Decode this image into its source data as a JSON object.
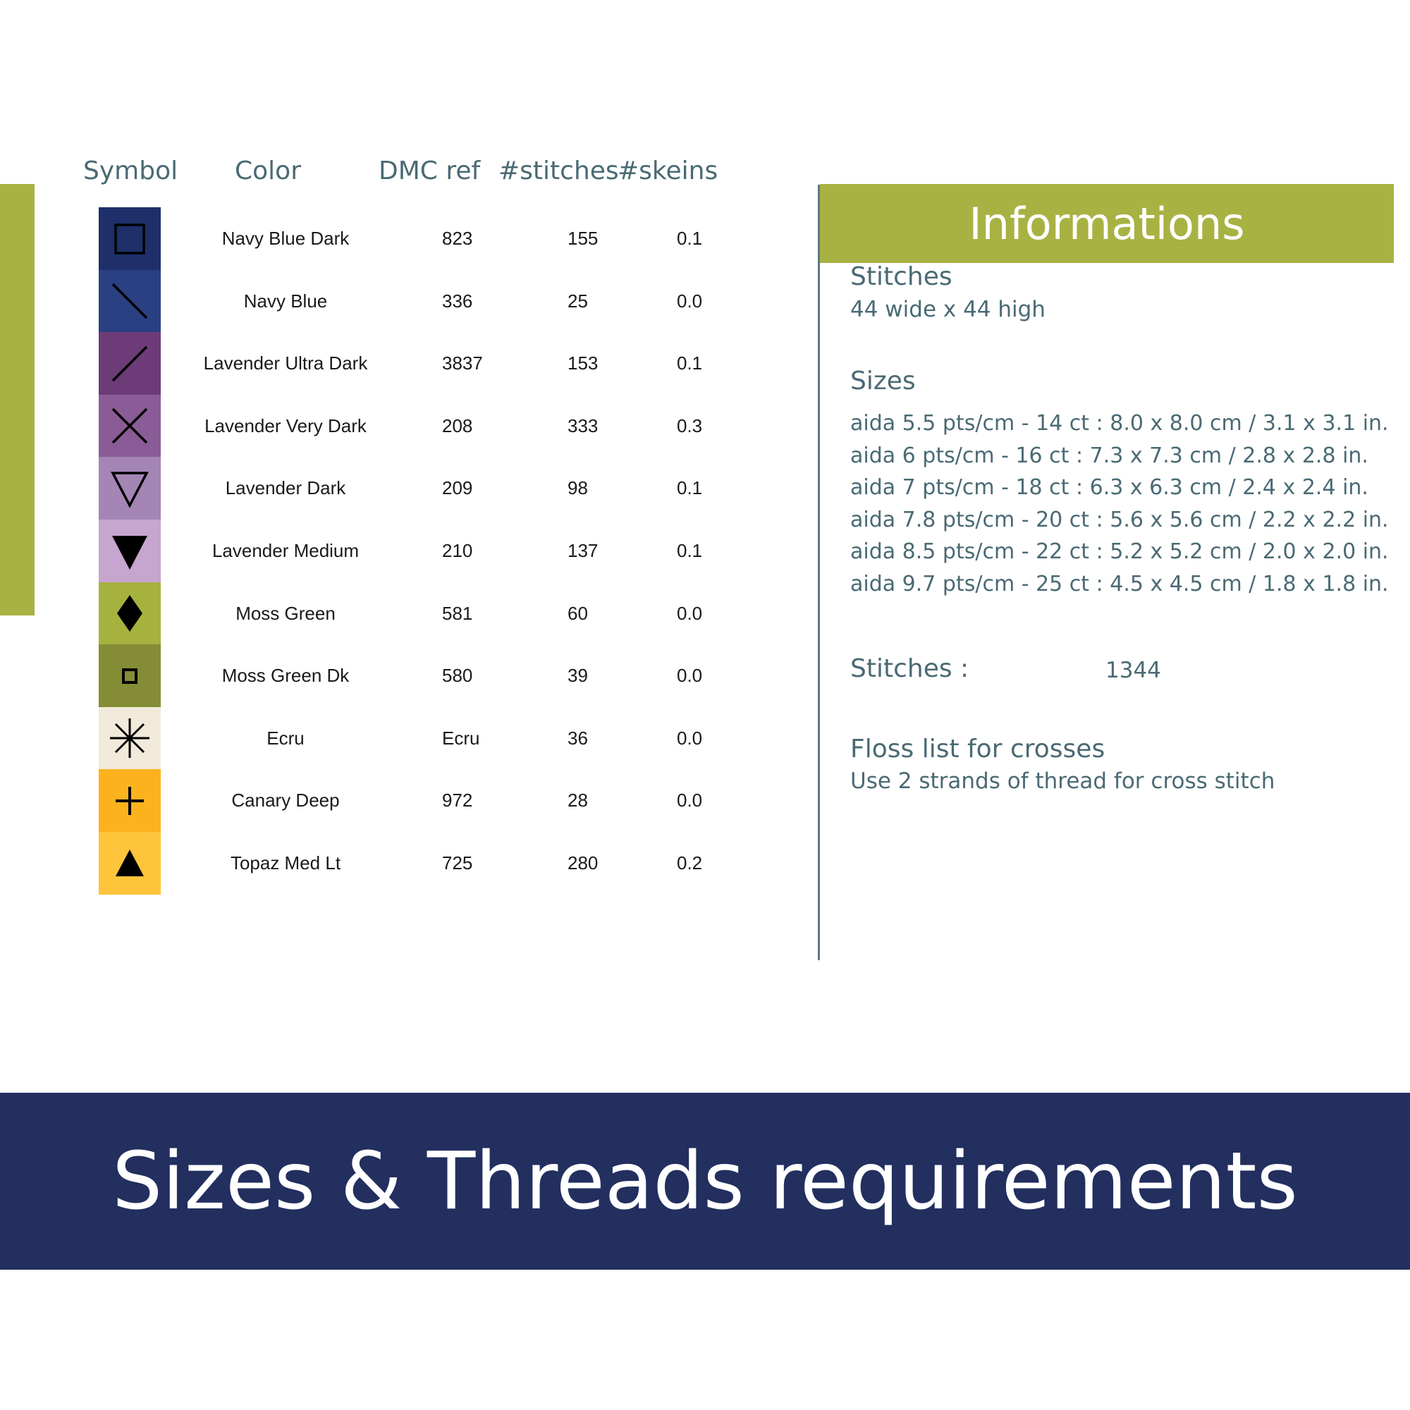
{
  "table": {
    "headers": {
      "symbol": "Symbol",
      "color": "Color",
      "dmc": "DMC ref",
      "stitches": "#stitches",
      "skeins": "#skeins"
    },
    "rows": [
      {
        "name": "Navy Blue Dark",
        "dmc": "823",
        "stitches": "155",
        "skeins": "0.1",
        "swatch": "#1e2f6a",
        "symbol": "square-outline-icon"
      },
      {
        "name": "Navy Blue",
        "dmc": "336",
        "stitches": "25",
        "skeins": "0.0",
        "swatch": "#2a4082",
        "symbol": "backslash-icon"
      },
      {
        "name": "Lavender Ultra Dark",
        "dmc": "3837",
        "stitches": "153",
        "skeins": "0.1",
        "swatch": "#6d3b78",
        "symbol": "slash-icon"
      },
      {
        "name": "Lavender Very Dark",
        "dmc": "208",
        "stitches": "333",
        "skeins": "0.3",
        "swatch": "#8a5c97",
        "symbol": "x-cross-icon"
      },
      {
        "name": "Lavender Dark",
        "dmc": "209",
        "stitches": "98",
        "skeins": "0.1",
        "swatch": "#a585b5",
        "symbol": "triangle-down-outline-icon"
      },
      {
        "name": "Lavender Medium",
        "dmc": "210",
        "stitches": "137",
        "skeins": "0.1",
        "swatch": "#c6a5cf",
        "symbol": "triangle-down-filled-icon"
      },
      {
        "name": "Moss Green",
        "dmc": "581",
        "stitches": "60",
        "skeins": "0.0",
        "swatch": "#a6b23e",
        "symbol": "diamond-filled-icon"
      },
      {
        "name": "Moss Green Dk",
        "dmc": "580",
        "stitches": "39",
        "skeins": "0.0",
        "swatch": "#848d35",
        "symbol": "small-square-icon"
      },
      {
        "name": "Ecru",
        "dmc": "Ecru",
        "stitches": "36",
        "skeins": "0.0",
        "swatch": "#f1eadb",
        "symbol": "asterisk-icon"
      },
      {
        "name": "Canary Deep",
        "dmc": "972",
        "stitches": "28",
        "skeins": "0.0",
        "swatch": "#fcb21d",
        "symbol": "plus-icon"
      },
      {
        "name": "Topaz Med Lt",
        "dmc": "725",
        "stitches": "280",
        "skeins": "0.2",
        "swatch": "#fdc43c",
        "symbol": "triangle-up-filled-icon"
      }
    ]
  },
  "info": {
    "title": "Informations",
    "stitches_heading": "Stitches",
    "stitches_dims": "44 wide x 44 high",
    "sizes_heading": "Sizes",
    "sizes": [
      "aida 5.5 pts/cm - 14 ct : 8.0 x 8.0 cm / 3.1 x 3.1 in.",
      "aida 6 pts/cm - 16 ct : 7.3 x 7.3 cm / 2.8 x 2.8 in.",
      "aida 7 pts/cm - 18 ct : 6.3 x 6.3 cm / 2.4 x 2.4 in.",
      "aida 7.8 pts/cm - 20 ct : 5.6 x 5.6 cm / 2.2 x 2.2 in.",
      "aida 8.5 pts/cm - 22 ct : 5.2 x 5.2 cm / 2.0 x 2.0 in.",
      "aida 9.7 pts/cm - 25 ct : 4.5 x 4.5 cm / 1.8 x 1.8 in."
    ],
    "stitch_count_label": "Stitches :",
    "stitch_count_value": "1344",
    "floss_heading": "Floss list for crosses",
    "floss_note": "Use 2 strands of thread for cross stitch"
  },
  "footer": {
    "title": "Sizes & Threads requirements"
  },
  "colors": {
    "accent_green": "#a8b243",
    "footer_navy": "#222f5f",
    "text_teal": "#4a6a74"
  }
}
